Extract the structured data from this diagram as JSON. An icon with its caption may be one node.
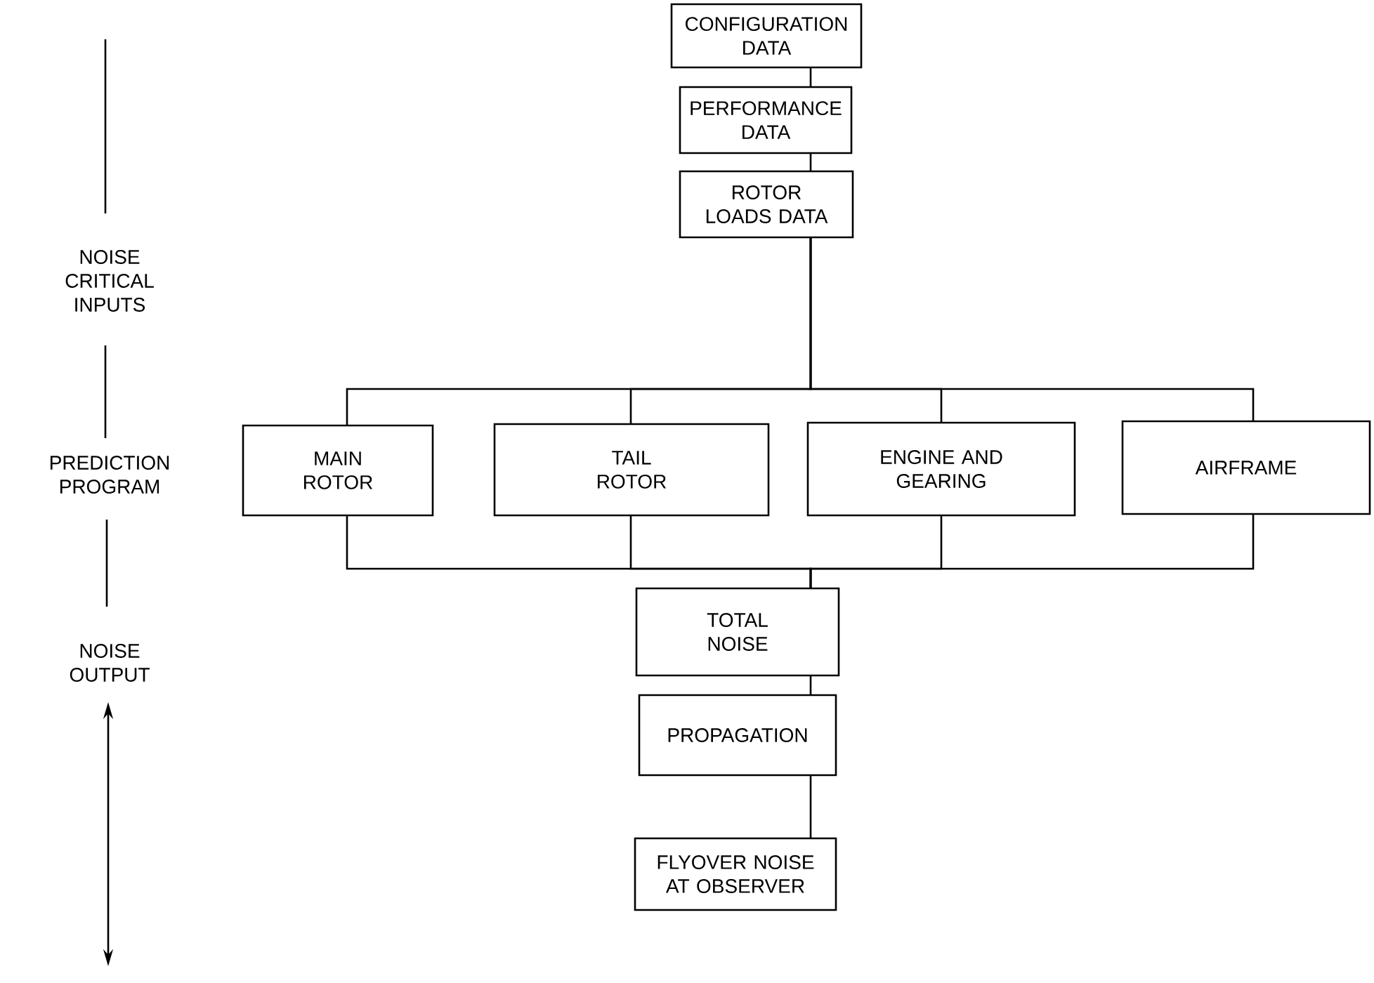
{
  "diagram": {
    "nodes": [
      {
        "text": [
          "CONFIGURATION DATA"
        ]
      },
      {
        "text": [
          "PERFORMANCE DATA"
        ]
      },
      {
        "text": [
          "ROTOR LOADS DATA"
        ]
      },
      {
        "text": [
          "MAIN ROTOR"
        ]
      },
      {
        "text": [
          "TAIL ROTOR"
        ]
      },
      {
        "text": [
          "ENGINE AND GEARING"
        ]
      },
      {
        "text": [
          "AIRFRAME"
        ]
      },
      {
        "text": [
          "TOTAL NOISE"
        ]
      },
      {
        "text": [
          "PROPAGATION"
        ]
      },
      {
        "text": [
          "FLYOVER NOISE AT OBSERVER"
        ]
      }
    ],
    "edges": [
      {
        "from": 0,
        "to": 1,
        "arrow": "none"
      },
      {
        "from": 1,
        "to": 2,
        "arrow": "none"
      },
      {
        "from": 2,
        "to": 3,
        "arrow": "none"
      },
      {
        "from": 2,
        "to": 4,
        "arrow": "none"
      },
      {
        "from": 2,
        "to": 5,
        "arrow": "none"
      },
      {
        "from": 2,
        "to": 6,
        "arrow": "none"
      },
      {
        "from": 3,
        "to": 7,
        "arrow": "none"
      },
      {
        "from": 4,
        "to": 7,
        "arrow": "none"
      },
      {
        "from": 5,
        "to": 7,
        "arrow": "none"
      },
      {
        "from": 6,
        "to": 7,
        "arrow": "none"
      },
      {
        "from": 7,
        "to": 8,
        "arrow": "none"
      },
      {
        "from": 8,
        "to": 9,
        "arrow": "none"
      }
    ],
    "labels": [
      "NOISE CRITICAL INPUTS",
      "PREDICTION PROGRAM",
      "NOISE OUTPUT"
    ]
  }
}
